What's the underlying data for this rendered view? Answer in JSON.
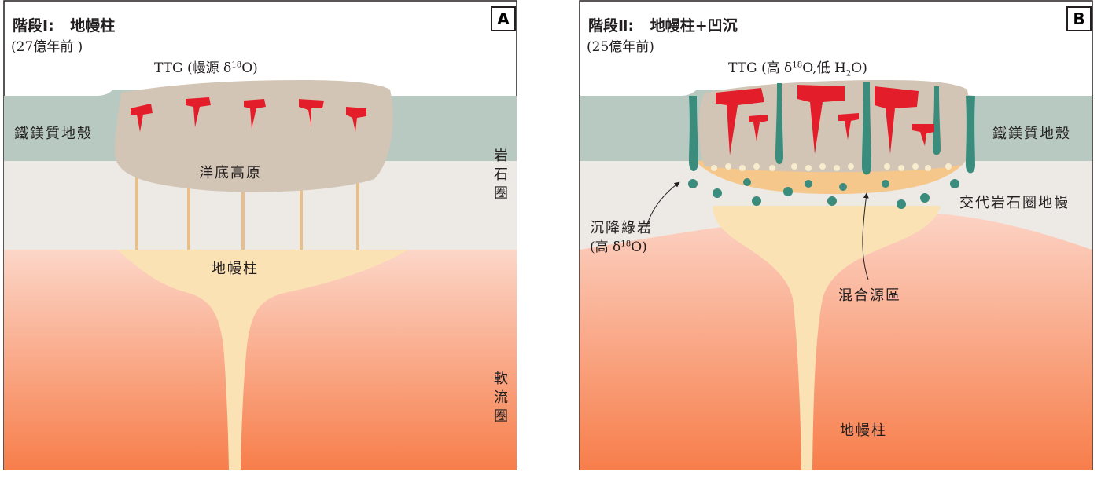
{
  "panel_a": {
    "letter": "A",
    "stage": "階段Ⅰ:",
    "stage_name": "地幔柱",
    "age": "(27億年前 )",
    "ttg_pre": "TTG (幔源 δ",
    "ttg_sup": "18",
    "ttg_post": "O)",
    "crust": "鐵鎂質地殼",
    "plateau": "洋底高原",
    "lithosphere": "岩石圈",
    "plume": "地幔柱",
    "asthenosphere": "軟流圈"
  },
  "panel_b": {
    "letter": "B",
    "stage": "階段Ⅱ:",
    "stage_name": "地幔柱+凹沉",
    "age": "(25億年前)",
    "ttg_pre": "TTG (高 δ",
    "ttg_sup": "18",
    "ttg_mid": "O,低 H",
    "ttg_sub": "2",
    "ttg_post": "O)",
    "crust": "鐵鎂質地殼",
    "metasomatized": "交代岩石圈地幔",
    "eclogite": "沉降綠岩",
    "eclogite_note_pre": "(高 δ",
    "eclogite_note_sup": "18",
    "eclogite_note_post": "O)",
    "mixed_source": "混合源區",
    "plume": "地幔柱"
  },
  "colors": {
    "crust_green": "#b7c9c1",
    "lithosphere_gray": "#ede9e5",
    "plateau_tan": "#d3c5b5",
    "plume_cream": "#fbe2b4",
    "asthenosphere_top": "#fcd3c5",
    "asthenosphere_bottom": "#f7814f",
    "ttg_red": "#e31d2a",
    "greenstone_teal": "#3a8c7c",
    "mixed_orange": "#f6c78a"
  }
}
